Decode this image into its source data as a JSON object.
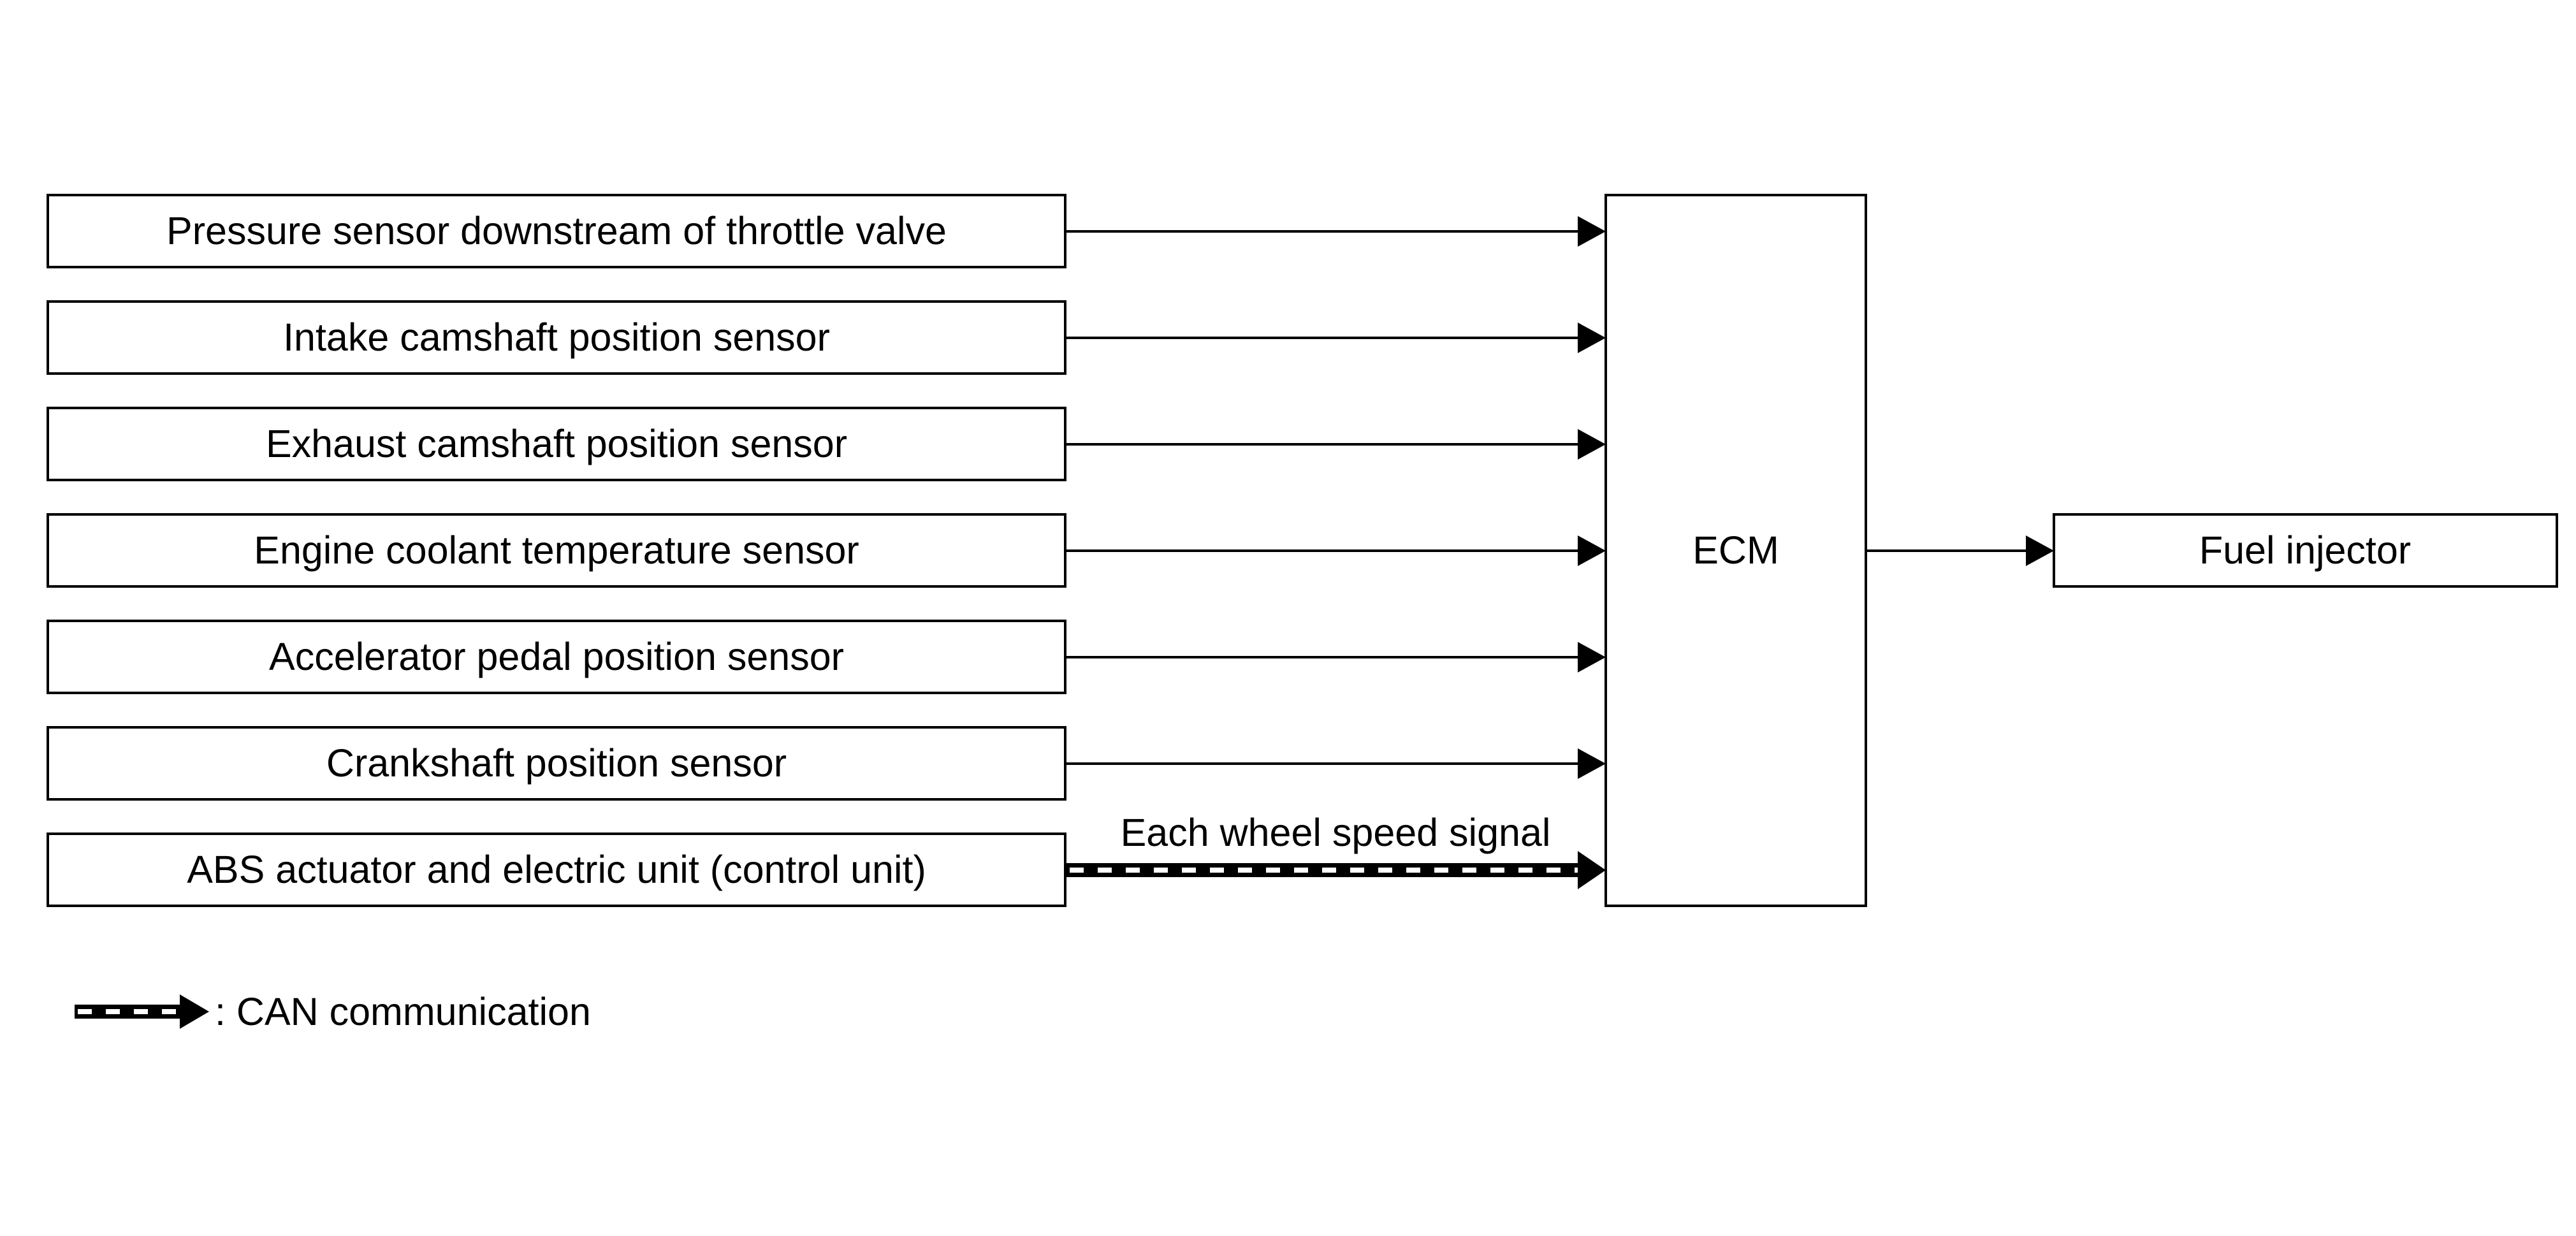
{
  "inputs": [
    {
      "label": "Pressure sensor downstream of throttle valve",
      "signal": "normal"
    },
    {
      "label": "Intake camshaft position sensor",
      "signal": "normal"
    },
    {
      "label": "Exhaust camshaft position sensor",
      "signal": "normal"
    },
    {
      "label": "Engine coolant temperature sensor",
      "signal": "normal"
    },
    {
      "label": "Accelerator pedal position sensor",
      "signal": "normal"
    },
    {
      "label": "Crankshaft position sensor",
      "signal": "normal"
    },
    {
      "label": "ABS actuator and electric unit (control unit)",
      "signal": "can"
    }
  ],
  "can_signal_label": "Each wheel speed signal",
  "ecm": {
    "label": "ECM"
  },
  "output": {
    "label": "Fuel injector"
  },
  "legend": {
    "label": ": CAN communication"
  },
  "colors": {
    "line": "#000000",
    "background": "#ffffff"
  }
}
